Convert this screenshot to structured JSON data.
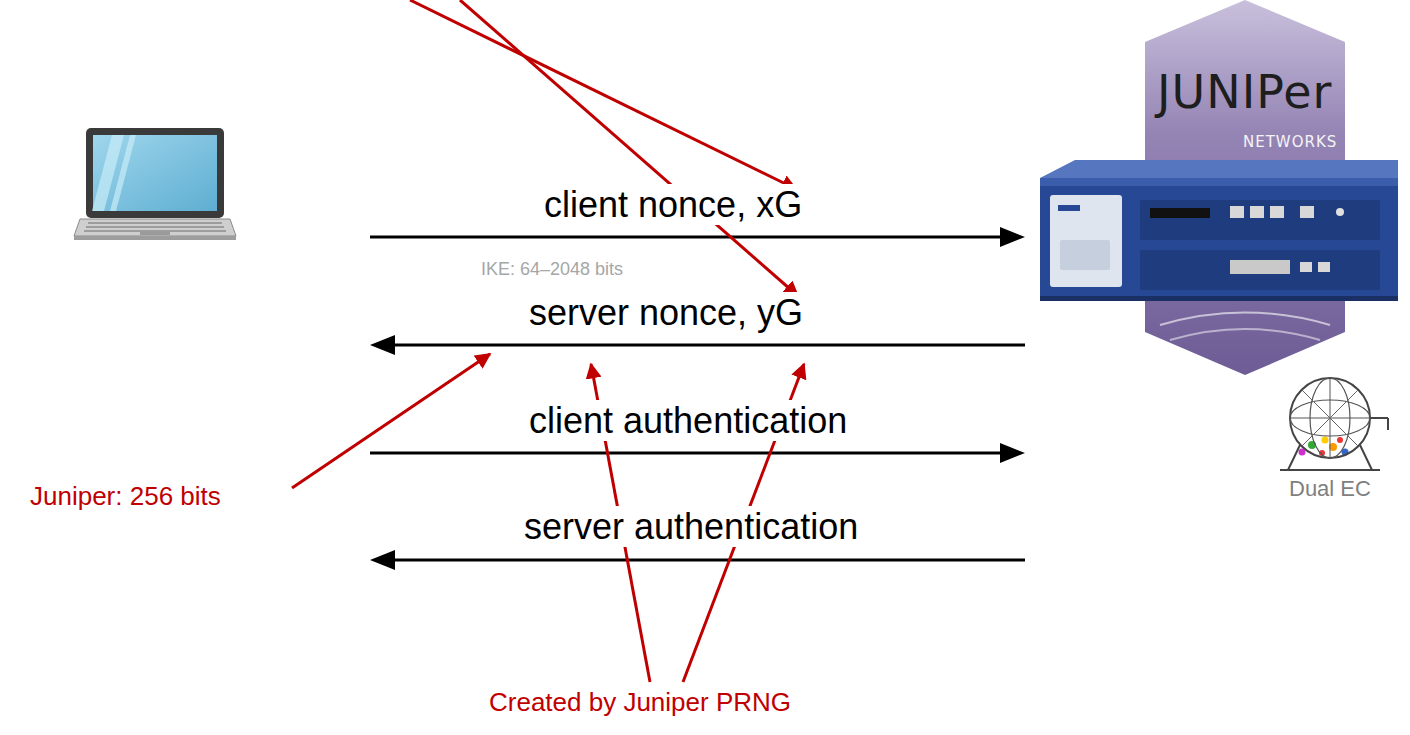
{
  "diagram": {
    "labels": [
      "JUNIPer",
      "NETWORKS",
      "client nonce, xG",
      "IKE: 64–2048 bits",
      "server nonce, yG",
      "client authentication",
      "Juniper: 256 bits",
      "server authentication",
      "Dual EC",
      "Created by Juniper PRNG"
    ]
  }
}
